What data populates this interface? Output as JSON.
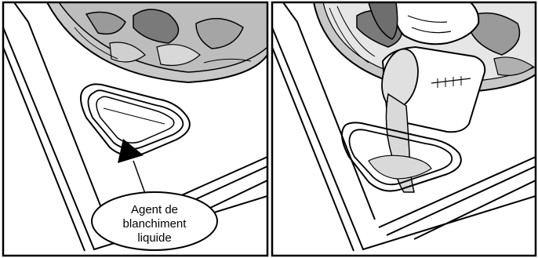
{
  "callout": {
    "line1": "Agent de",
    "line2": "blanchiment",
    "line3": "liquide"
  },
  "colors": {
    "stroke": "#000000",
    "clothes_dark": "#8a8a8a",
    "clothes_light": "#c8c8c8",
    "panel_bg": "#ffffff",
    "liquid": "#d9d9d9"
  },
  "icons": {
    "arrow": "up-arrow-icon",
    "cup": "measuring-cup-icon",
    "hand": "hand-icon"
  }
}
